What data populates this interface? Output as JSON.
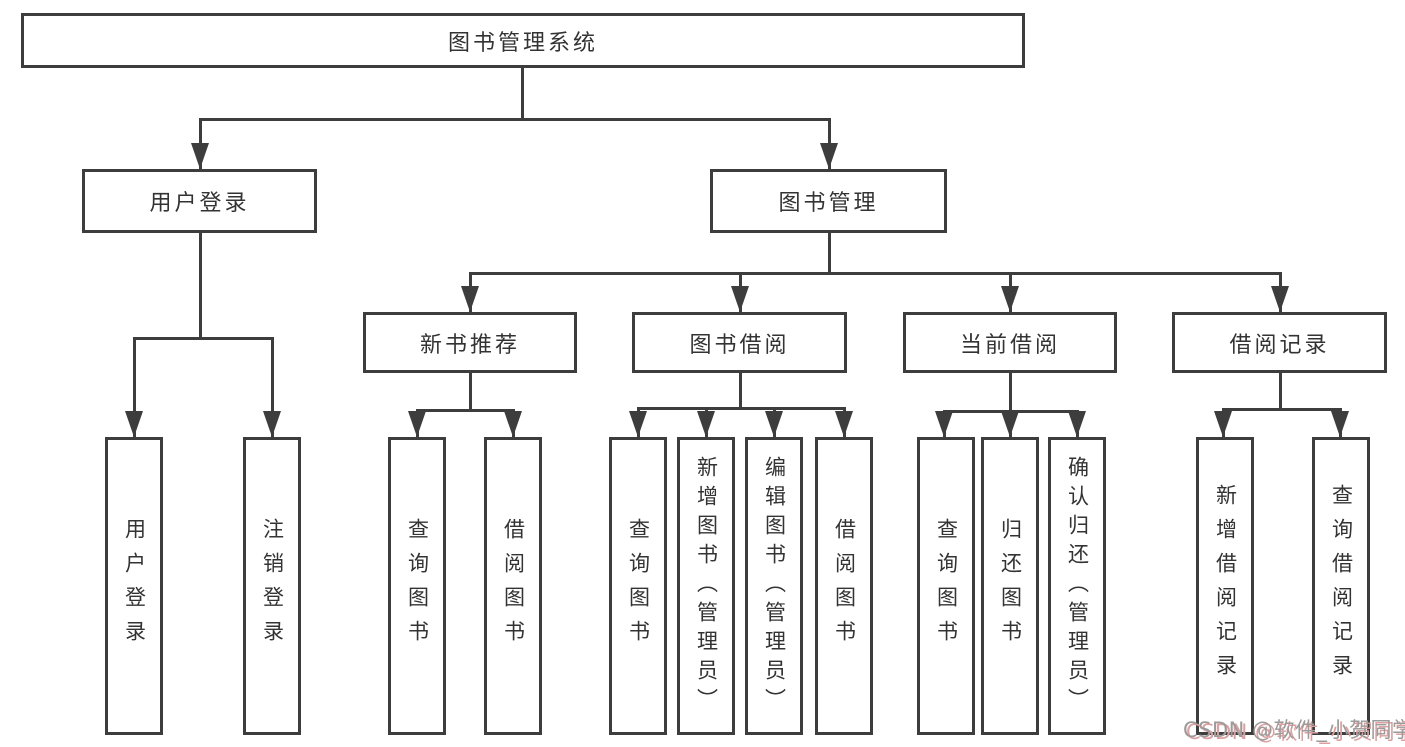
{
  "diagram": {
    "title": "图书管理系统",
    "root": {
      "label": "图书管理系统"
    },
    "level2": {
      "user_login": {
        "label": "用户登录"
      },
      "book_mgmt": {
        "label": "图书管理"
      }
    },
    "level3": {
      "new_book": {
        "label": "新书推荐"
      },
      "book_borrow": {
        "label": "图书借阅"
      },
      "current_borrow": {
        "label": "当前借阅"
      },
      "borrow_record": {
        "label": "借阅记录"
      }
    },
    "leaves": {
      "user_login_1": "用户登录",
      "user_login_2": "注销登录",
      "new_book_1": "查询图书",
      "new_book_2": "借阅图书",
      "book_borrow_1": "查询图书",
      "book_borrow_2": "新增图书（管理员）",
      "book_borrow_3": "编辑图书（管理员）",
      "book_borrow_4": "借阅图书",
      "current_borrow_1": "查询图书",
      "current_borrow_2": "归还图书",
      "current_borrow_3": "确认归还（管理员）",
      "borrow_record_1": "新增借阅记录",
      "borrow_record_2": "查询借阅记录"
    }
  },
  "watermark": {
    "text": "CSDN @软件_小贺同学"
  },
  "colors": {
    "line": "#3d3d3d",
    "text": "#333333",
    "background": "#ffffff",
    "watermark_gray": "#9b9b9b",
    "watermark_red_shadow": "#dd9f9f"
  }
}
